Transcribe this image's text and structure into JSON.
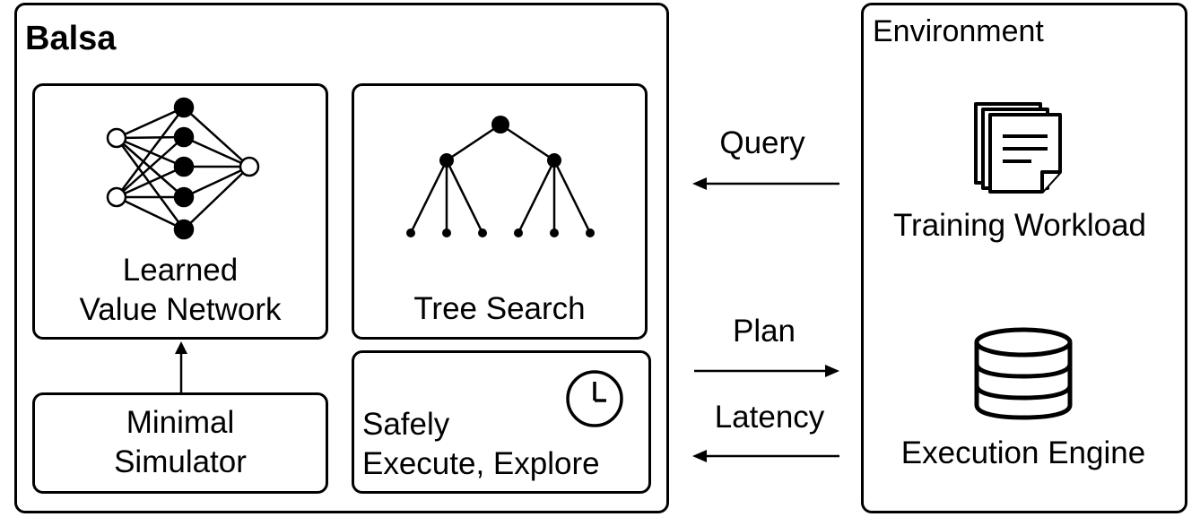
{
  "balsa": {
    "title": "Balsa",
    "value_network": {
      "line1": "Learned",
      "line2": "Value Network"
    },
    "tree_search": {
      "label": "Tree Search"
    },
    "simulator": {
      "line1": "Minimal",
      "line2": "Simulator"
    },
    "safe_exec": {
      "line1": "Safely",
      "line2": "Execute, Explore"
    }
  },
  "environment": {
    "title": "Environment",
    "workload": {
      "label": "Training Workload"
    },
    "engine": {
      "label": "Execution Engine"
    }
  },
  "arrows": {
    "query": "Query",
    "plan": "Plan",
    "latency": "Latency"
  },
  "icons": {
    "network": "neural-network-icon",
    "tree": "tree-icon",
    "clock": "clock-icon",
    "documents": "documents-icon",
    "database": "database-icon"
  }
}
